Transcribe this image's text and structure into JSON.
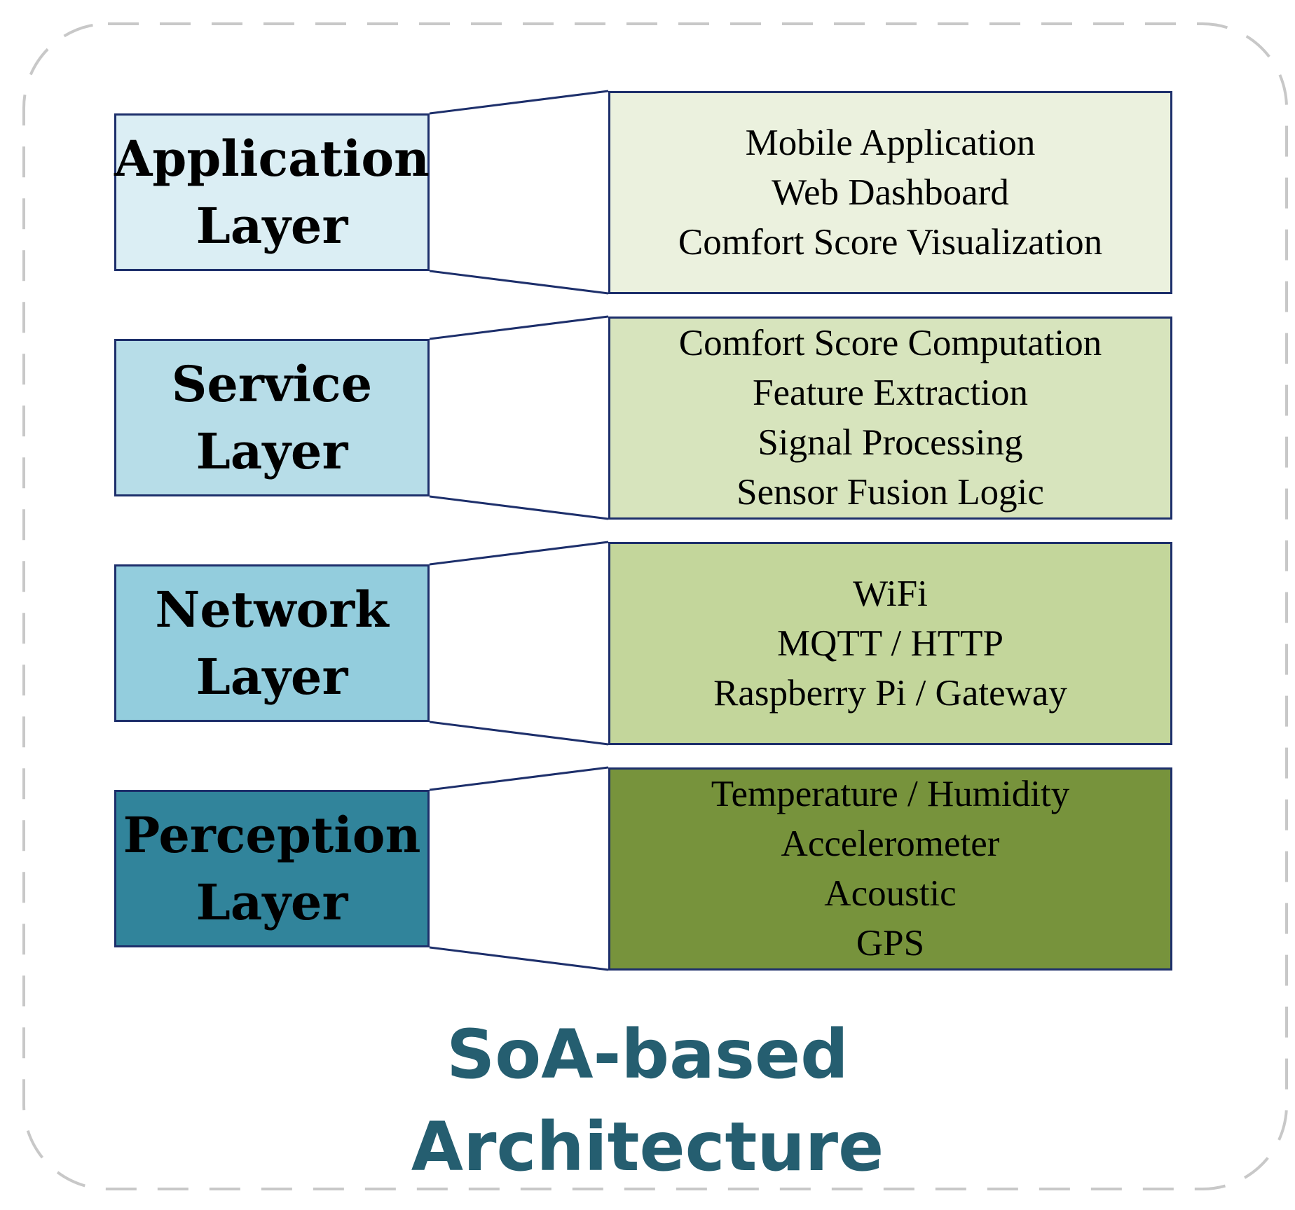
{
  "diagram": {
    "layers": [
      {
        "title_lines": [
          "Application",
          "Layer"
        ],
        "fill": "#dbeef4",
        "details": [
          "Mobile Application",
          "Web Dashboard",
          "Comfort Score Visualization"
        ],
        "details_fill": "#ebf1de"
      },
      {
        "title_lines": [
          "Service",
          "Layer"
        ],
        "fill": "#b7dde8",
        "details": [
          "Comfort Score Computation",
          "Feature Extraction",
          "Signal Processing",
          "Sensor Fusion Logic"
        ],
        "details_fill": "#d7e4bd"
      },
      {
        "title_lines": [
          "Network",
          "Layer"
        ],
        "fill": "#93cddd",
        "details": [
          "WiFi",
          "MQTT / HTTP",
          "Raspberry Pi / Gateway"
        ],
        "details_fill": "#c3d69b"
      },
      {
        "title_lines": [
          "Perception",
          "Layer"
        ],
        "fill": "#31849b",
        "details": [
          "Temperature / Humidity",
          "Accelerometer",
          "Acoustic",
          "GPS"
        ],
        "details_fill": "#77933c"
      }
    ],
    "caption_lines": [
      "SoA-based",
      "Architecture"
    ],
    "colors": {
      "border": "#1d2f6b",
      "caption": "#255e70",
      "frame_dash": "#c8c8c8"
    }
  }
}
